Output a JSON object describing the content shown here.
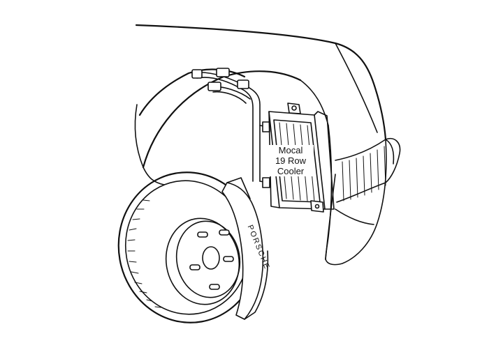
{
  "cooler_label": {
    "line1": "Mocal",
    "line2": "19 Row",
    "line3": "Cooler"
  },
  "brand_text": "PORSCHE",
  "colors": {
    "ink": "#111111",
    "paper": "#ffffff"
  }
}
